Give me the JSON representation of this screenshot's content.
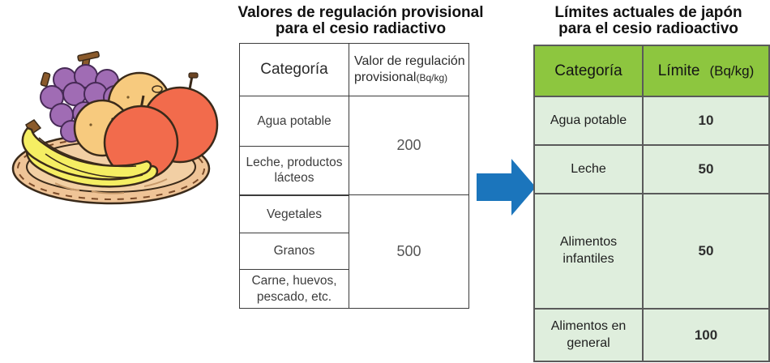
{
  "illustration": {
    "description": "fruit basket clipart with grapes, oranges, apples and bananas on a wicker plate"
  },
  "provisional_table": {
    "title_line1": "Valores de regulación provisional",
    "title_line2": "para el cesio radiactivo",
    "header": {
      "category": "Categoría",
      "value_label": "Valor de regulación provisional",
      "unit": "(Bq/kg)"
    },
    "groups": [
      {
        "categories": [
          "Agua potable",
          "Leche, productos lácteos"
        ],
        "value": "200"
      },
      {
        "categories": [
          "Vegetales",
          "Granos",
          "Carne, huevos, pescado, etc."
        ],
        "value": "500"
      }
    ]
  },
  "current_table": {
    "title_line1": "Límites actuales de japón",
    "title_line2": "para el cesio radioactivo",
    "header": {
      "category": "Categoría",
      "limit_label": "Límite",
      "unit": "(Bq/kg)"
    },
    "rows": [
      {
        "category": "Agua potable",
        "limit": "10"
      },
      {
        "category": "Leche",
        "limit": "50"
      },
      {
        "category": "Alimentos infantiles",
        "limit": "50"
      },
      {
        "category": "Alimentos en general",
        "limit": "100"
      }
    ]
  },
  "arrow": {
    "direction": "right",
    "color": "#1B75BC"
  },
  "colors": {
    "header_green": "#8DC63F",
    "row_green": "#DFEEDD",
    "arrow_blue": "#1B75BC"
  }
}
